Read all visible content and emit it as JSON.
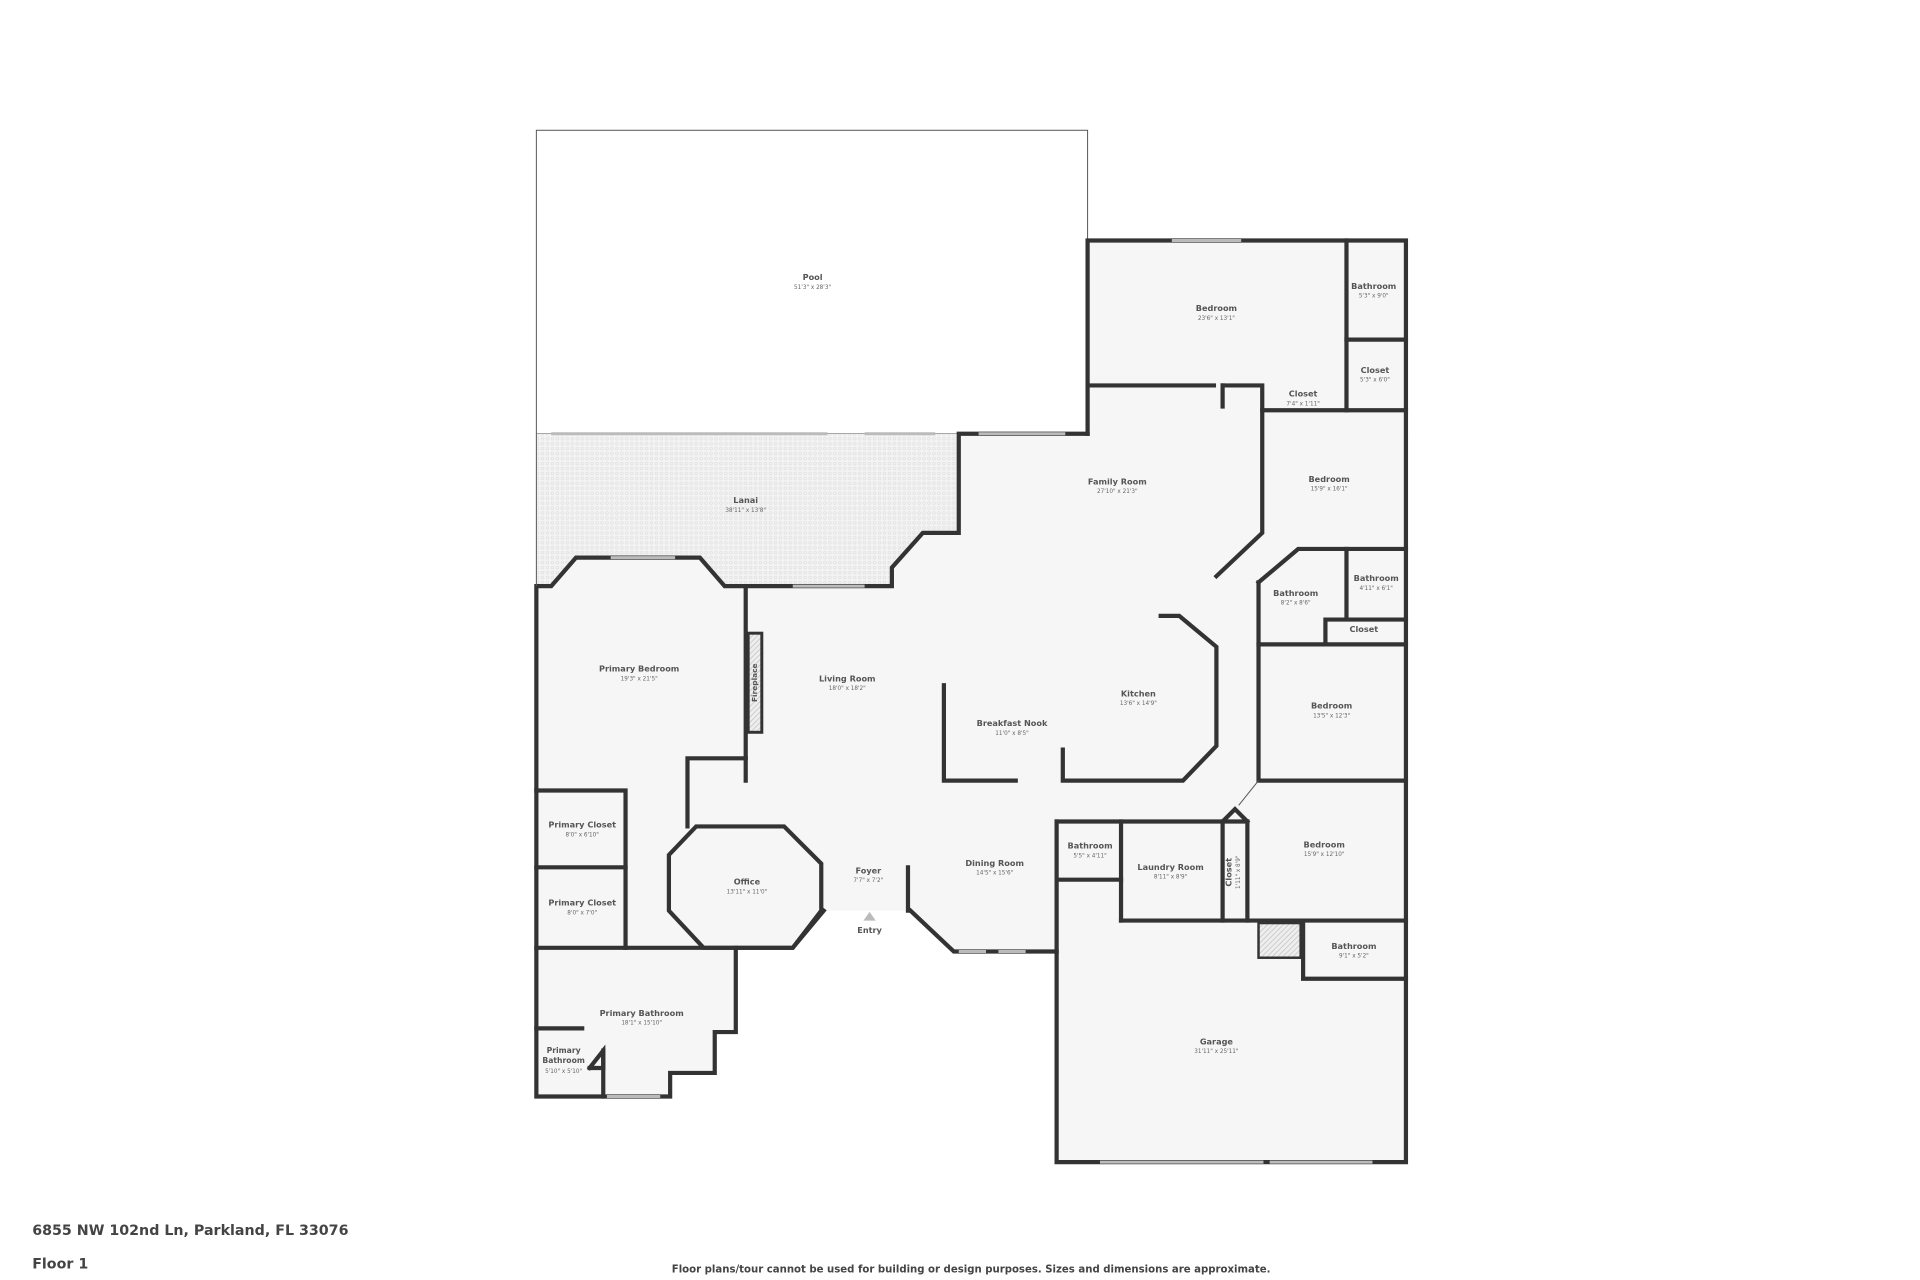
{
  "plan": {
    "floor": "Floor 1",
    "address": "6855 NW 102nd Ln, Parkland, FL 33076",
    "disclaimer": "Floor plans/tour cannot be used for building or design purposes. Sizes and dimensions are approximate.",
    "entry_label": "Entry",
    "fireplace_label": "Fireplace",
    "colors": {
      "wall": "#333333",
      "floor": "#f6f6f6",
      "outdoor_pattern": "#e4e4e4",
      "text": "#555555"
    }
  },
  "rooms": [
    {
      "name": "Pool",
      "dims": "51'3\" x 28'3\""
    },
    {
      "name": "Bedroom",
      "dims": "23'6\" x 13'1\""
    },
    {
      "name": "Bathroom",
      "dims": "5'3\" x 9'0\""
    },
    {
      "name": "Closet",
      "dims": "5'3\" x 6'0\""
    },
    {
      "name": "Closet",
      "dims": "7'4\" x 1'11\""
    },
    {
      "name": "Family Room",
      "dims": "27'10\" x 21'3\""
    },
    {
      "name": "Bedroom",
      "dims": "15'9\" x 16'1\""
    },
    {
      "name": "Lanai",
      "dims": "38'11\" x 13'8\""
    },
    {
      "name": "Bathroom",
      "dims": "8'2\" x 8'6\""
    },
    {
      "name": "Bathroom",
      "dims": "4'11\" x 6'1\""
    },
    {
      "name": "Closet",
      "dims": ""
    },
    {
      "name": "Primary Bedroom",
      "dims": "19'3\" x 21'5\""
    },
    {
      "name": "Living Room",
      "dims": "18'0\" x 18'2\""
    },
    {
      "name": "Kitchen",
      "dims": "13'6\" x 14'9\""
    },
    {
      "name": "Bedroom",
      "dims": "13'5\" x 12'3\""
    },
    {
      "name": "Breakfast Nook",
      "dims": "11'0\" x 8'5\""
    },
    {
      "name": "Primary Closet",
      "dims": "8'0\" x 6'10\""
    },
    {
      "name": "Bathroom",
      "dims": "5'5\" x 4'11\""
    },
    {
      "name": "Bedroom",
      "dims": "15'9\" x 12'10\""
    },
    {
      "name": "Laundry Room",
      "dims": "8'11\" x 8'9\""
    },
    {
      "name": "Closet",
      "dims": "1'11\" x 8'9\""
    },
    {
      "name": "Dining Room",
      "dims": "14'5\" x 15'6\""
    },
    {
      "name": "Foyer",
      "dims": "7'7\" x 7'2\""
    },
    {
      "name": "Office",
      "dims": "13'11\" x 11'0\""
    },
    {
      "name": "Primary Closet",
      "dims": "8'0\" x 7'0\""
    },
    {
      "name": "Bathroom",
      "dims": "9'1\" x 5'2\""
    },
    {
      "name": "Primary Bathroom",
      "dims": "18'1\" x 15'10\""
    },
    {
      "name": "Primary Bathroom",
      "dims": "5'10\" x 5'10\""
    },
    {
      "name": "Garage",
      "dims": "31'11\" x 25'11\""
    }
  ]
}
